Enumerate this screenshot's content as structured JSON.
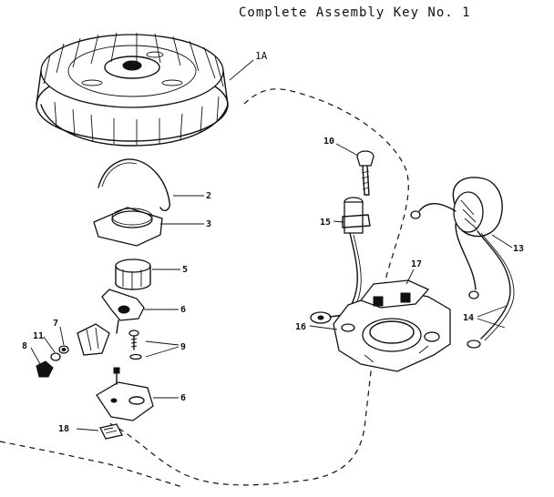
{
  "title": "Complete Assembly Key No. 1",
  "callouts": {
    "flywheel": "1A",
    "spring_clip": "2",
    "cover": "3",
    "cam_bushing": "5",
    "breaker_arm": "6",
    "breaker_plate": "6",
    "screw_7": "7",
    "screw_8": "8",
    "screws_9": "9",
    "screw_10": "10",
    "washer_11": "11",
    "condenser": "13",
    "leads": "14",
    "coil_15": "15",
    "stator_16": "16",
    "bracket_17": "17",
    "clip_18": "18"
  }
}
